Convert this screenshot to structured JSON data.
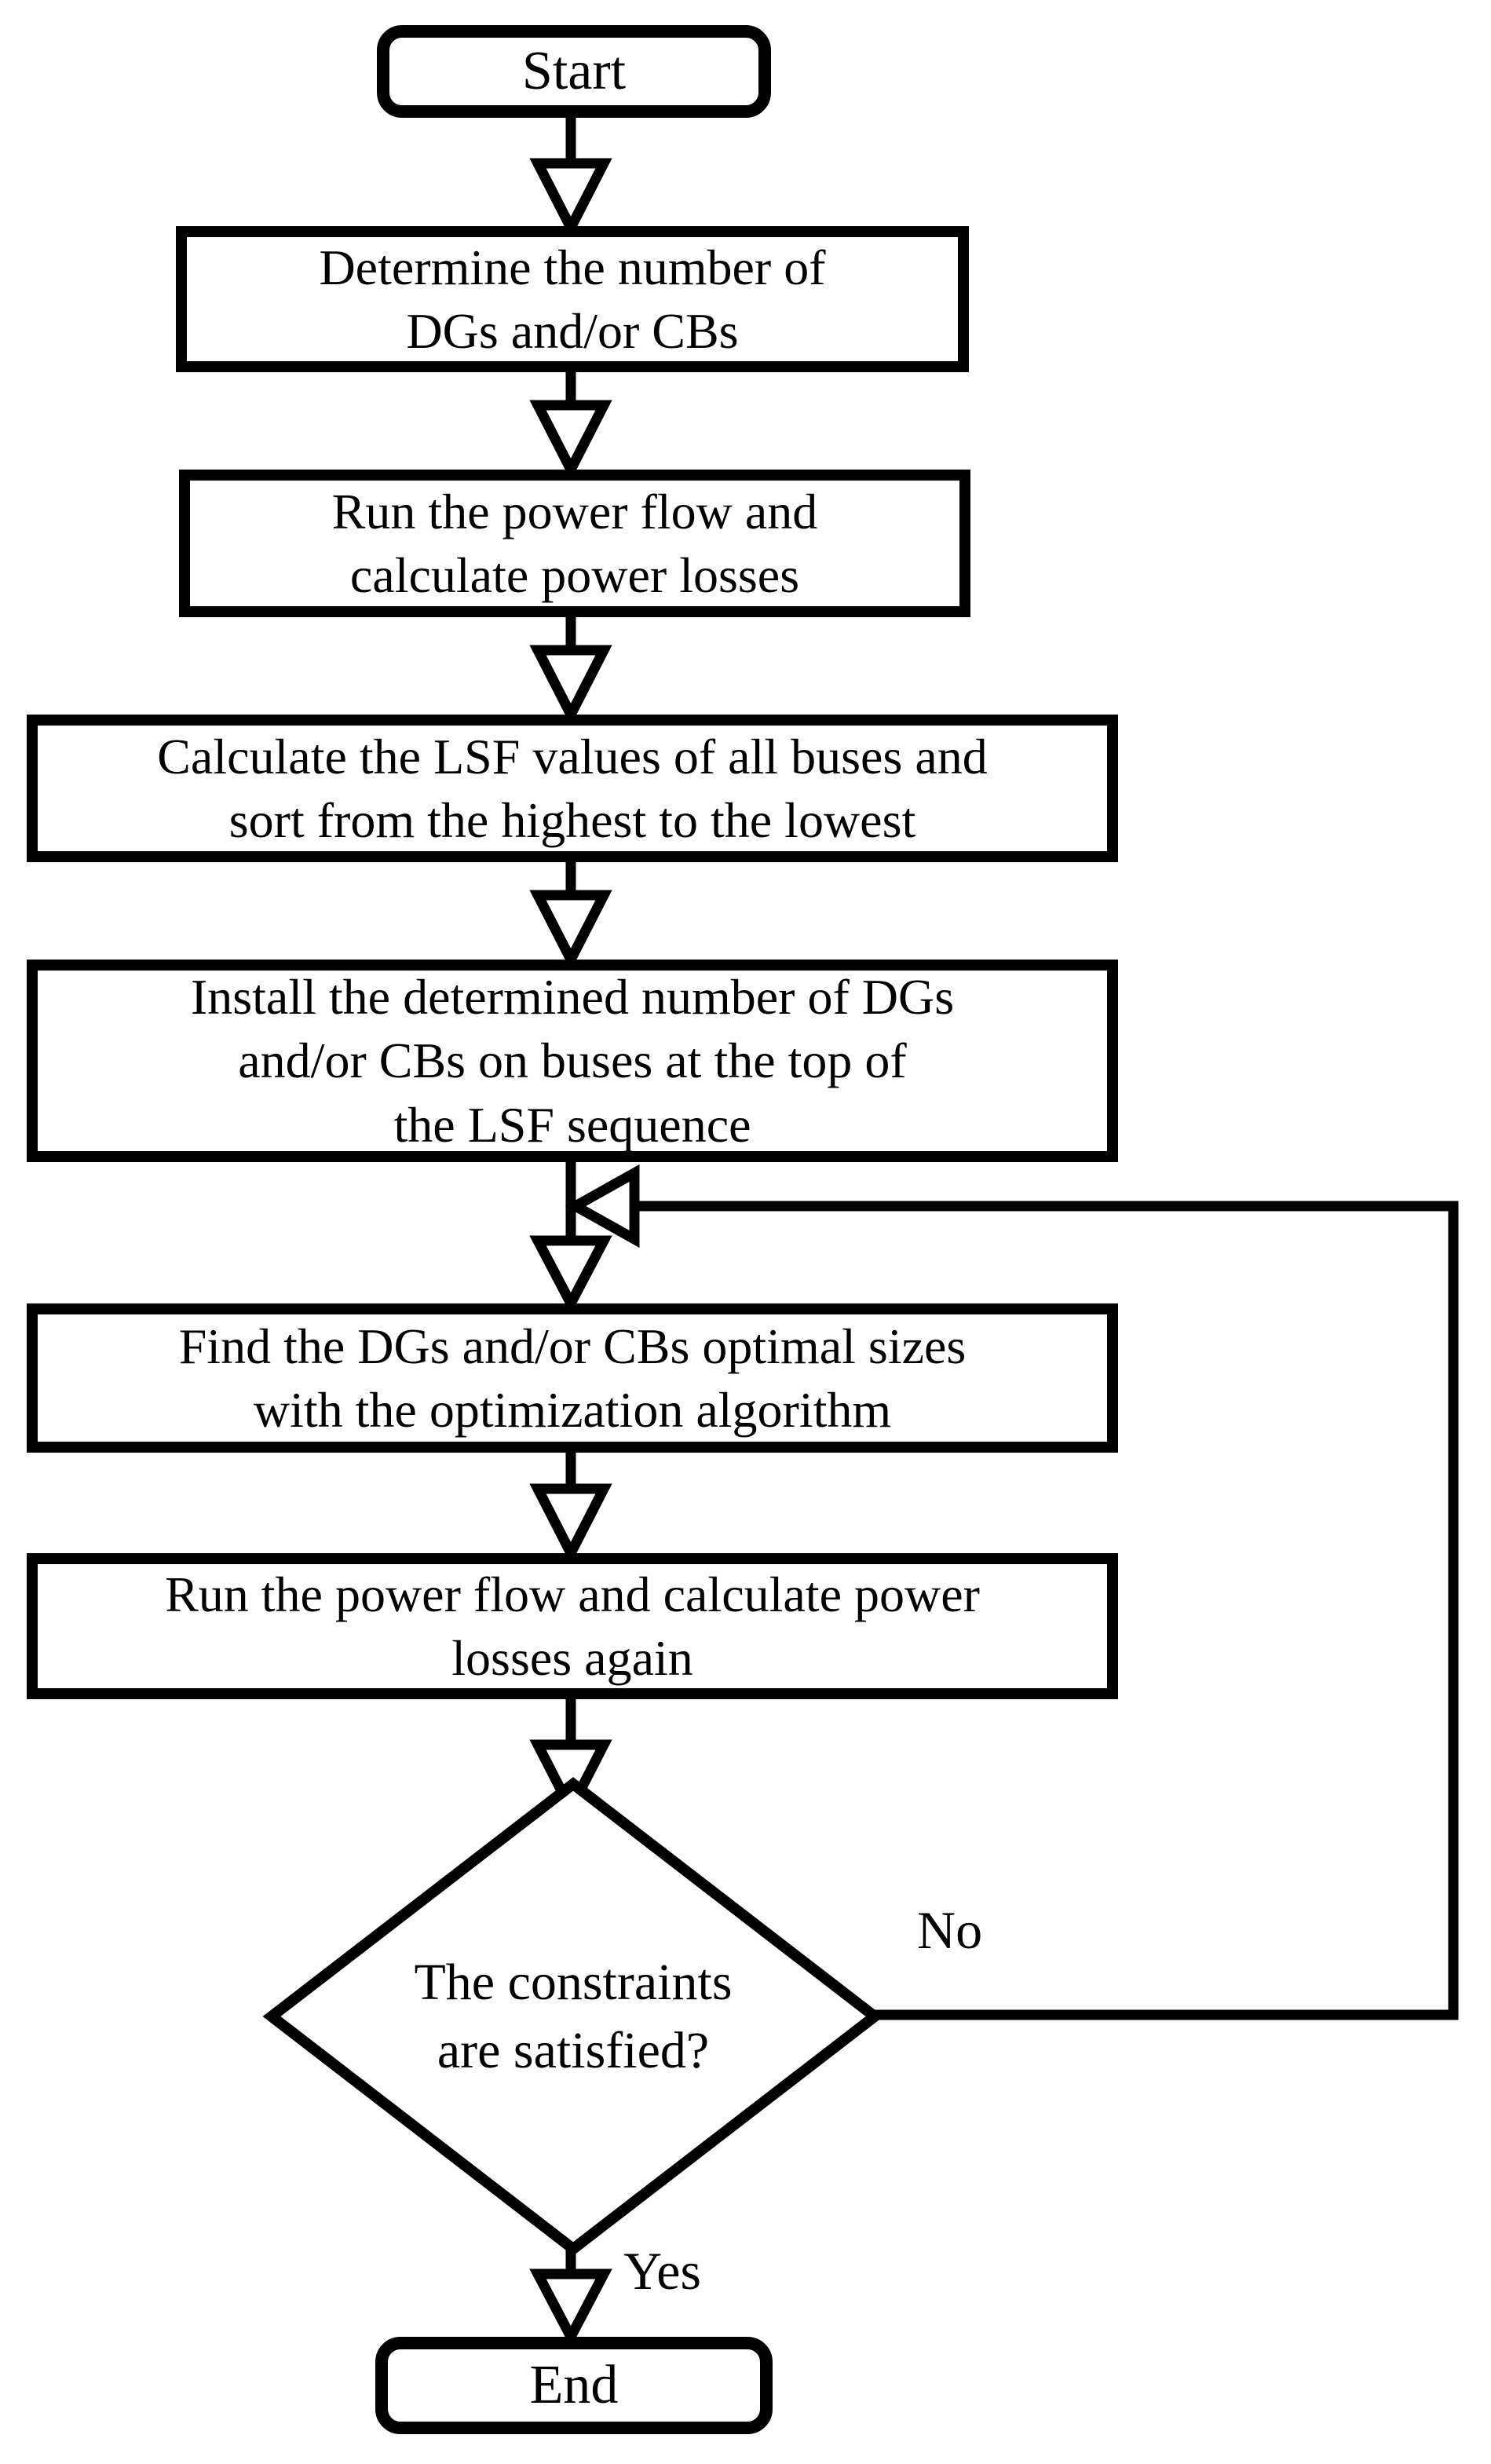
{
  "diagram": {
    "kind": "flowchart",
    "colors": {
      "stroke": "#000000",
      "fill": "#ffffff"
    },
    "nodes": {
      "start": {
        "shape": "terminator",
        "label": "Start"
      },
      "determine_number": {
        "shape": "process",
        "label": "Determine the number of\nDGs and/or CBs"
      },
      "run_power_flow": {
        "shape": "process",
        "label": "Run the power flow and\ncalculate power losses"
      },
      "calculate_lsf": {
        "shape": "process",
        "label": "Calculate the LSF values of all buses and\nsort from the highest to the lowest"
      },
      "install_dgs_cbs": {
        "shape": "process",
        "label": "Install the determined number of DGs\nand/or CBs on buses at the top of\nthe LSF sequence"
      },
      "find_optimal_sizes": {
        "shape": "process",
        "label": "Find the DGs and/or CBs optimal sizes\nwith the optimization algorithm"
      },
      "run_power_flow_again": {
        "shape": "process",
        "label": "Run the power flow and calculate power\nlosses again"
      },
      "constraints_decision": {
        "shape": "decision",
        "label": "The constraints\nare satisfied?"
      },
      "end": {
        "shape": "terminator",
        "label": "End"
      }
    },
    "edge_labels": {
      "no": "No",
      "yes": "Yes"
    }
  }
}
